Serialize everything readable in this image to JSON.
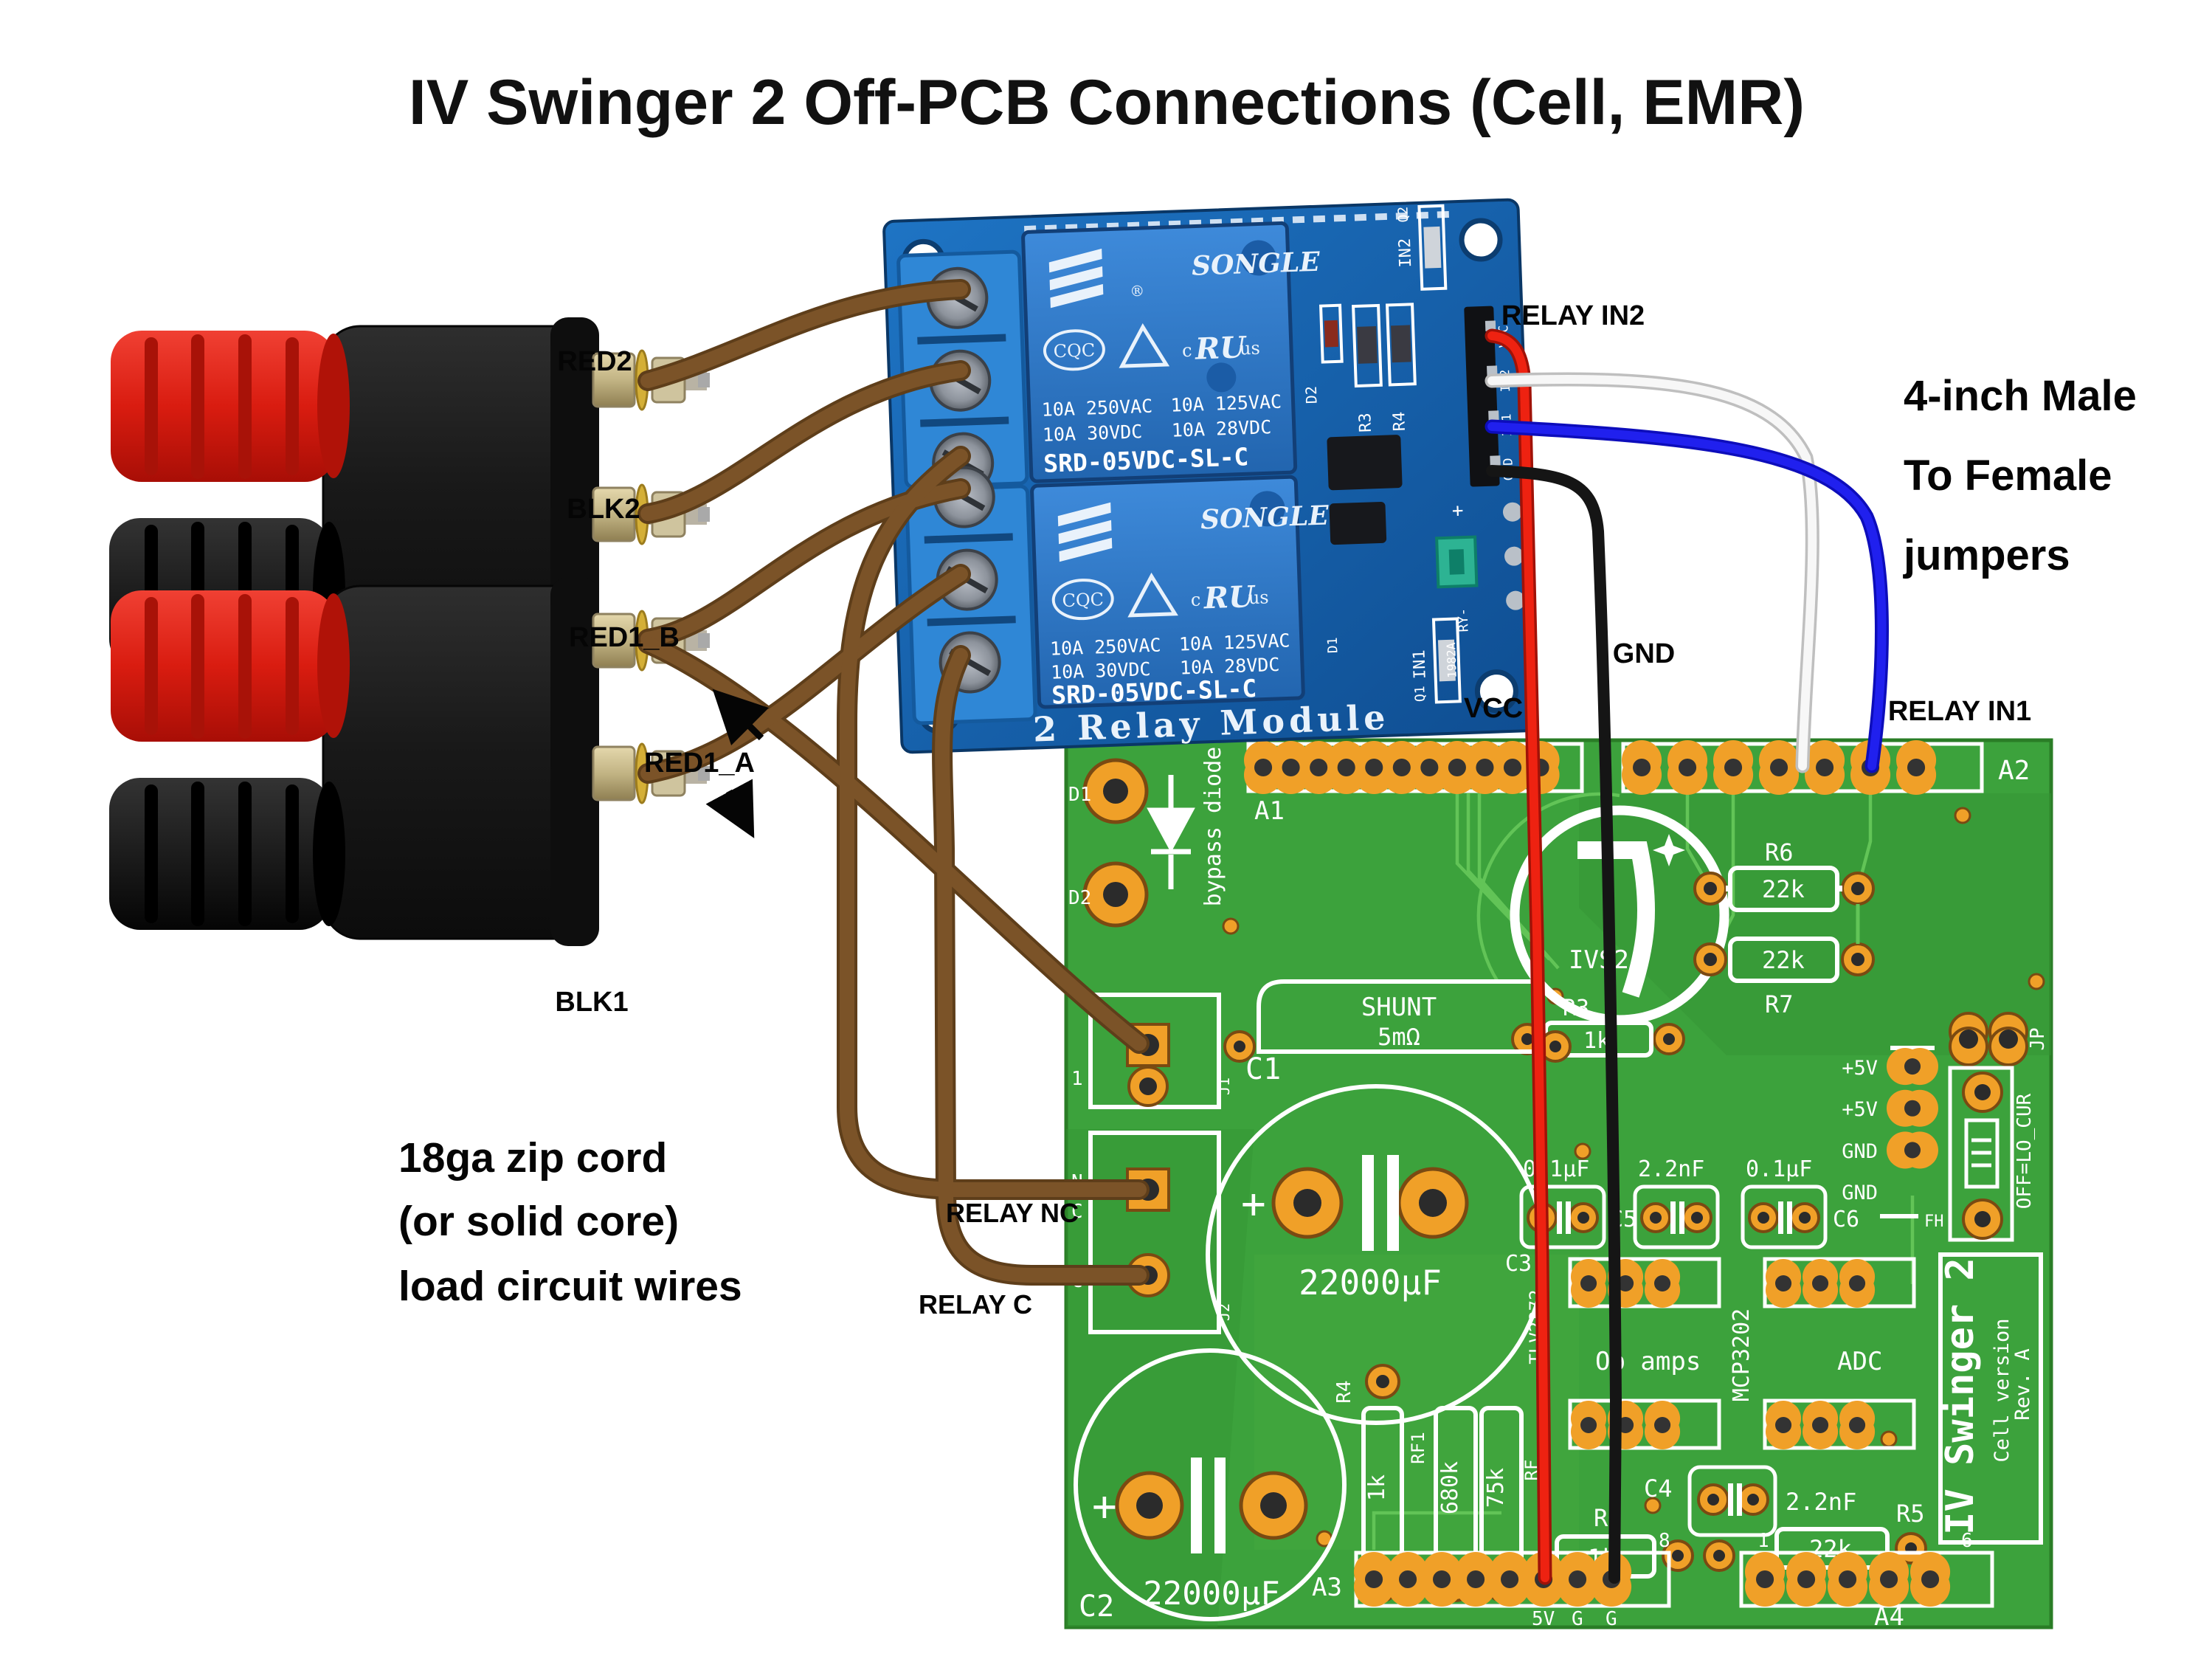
{
  "title": "IV Swinger 2 Off-PCB Connections (Cell, EMR)",
  "wire_labels": {
    "red2": "RED2",
    "blk2": "BLK2",
    "red1_b": "RED1_B",
    "red1_a": "RED1_A",
    "blk1": "BLK1",
    "relay_nc": "RELAY NC",
    "relay_c": "RELAY C",
    "relay_in2": "RELAY IN2",
    "relay_in1": "RELAY IN1",
    "gnd": "GND",
    "vcc": "VCC"
  },
  "notes": {
    "jumpers_l1": "4-inch Male",
    "jumpers_l2": "To Female",
    "jumpers_l3": "jumpers",
    "load_l1": "18ga zip cord",
    "load_l2": "(or solid core)",
    "load_l3": "load circuit wires"
  },
  "relay_module": {
    "caption": "2 Relay Module",
    "brand": "SONGLE",
    "reg": "®",
    "cert": "CQC",
    "ul_c": "c",
    "ul_mark": "RU",
    "ul_us": "us",
    "r1a": "10A 250VAC",
    "r1b": "10A 125VAC",
    "r2a": "10A 30VDC",
    "r2b": "10A 28VDC",
    "model": "SRD-05VDC-SL-C",
    "silk": {
      "in2": "IN2",
      "in1": "IN1",
      "r3": "R3",
      "r4": "R4",
      "d1": "D1",
      "d2": "D2",
      "q1": "Q1",
      "q2": "Q2",
      "ry": "RY-",
      "code": "1982A",
      "plus": "+",
      "vcc": "VCC",
      "gnd": "GND"
    }
  },
  "pcb": {
    "a1": "A1",
    "a2": "A2",
    "a3": "A3",
    "a4": "A4",
    "pin1": "1",
    "pin8": "8",
    "pin10": "10",
    "pin6": "6",
    "pinG": "G",
    "pin5v": "5V",
    "bypass": "bypass diode",
    "d1": "D1",
    "d2": "D2",
    "shunt": "SHUNT",
    "shunt_value": "5mΩ",
    "r3": "R3",
    "r3_value": "1k",
    "r4": "R4",
    "r4_value": "1k",
    "r5": "R5",
    "r5_value": "22k",
    "r6": "R6",
    "r6_value": "22k",
    "r7": "R7",
    "r7_value": "22k",
    "rf1": "RF1",
    "rf1_value": "680k",
    "rf": "RF",
    "rf_value": "75k",
    "rg": "RG",
    "rg_value": "1k",
    "c1": "C1",
    "c1_value": "22000µF",
    "c2": "C2",
    "c2_value": "22000µF",
    "c3": "C3",
    "c4": "C4",
    "c4_value": "2.2nF",
    "c5": "C5",
    "c6": "C6",
    "cap1": "0.1µF",
    "cap2": "2.2nF",
    "cap3": "0.1µF",
    "plus5v": "+5V",
    "gnd": "GND",
    "jp": "JP",
    "fh": "FH",
    "switch_label": "OFF=LO_CUR",
    "opamps": "Op amps",
    "adc": "ADC",
    "mcp": "MCP3202",
    "tlv": "TLV2372",
    "logo": "IVS2",
    "j1": "J1",
    "j2": "J2",
    "jn": "N",
    "jc": "C",
    "board_name": "IV Swinger 2",
    "board_sub": "Cell version",
    "board_rev": "Rev. A",
    "plus": "+"
  },
  "colors": {
    "pcb_green": "#3ca23c",
    "relay_blue": "#1b6cb8",
    "wire_brown": "#7b5328",
    "wire_red": "#ee2211",
    "wire_blue": "#2020ee",
    "wire_white": "#f7f7f7",
    "wire_black": "#151515",
    "pad_orange": "#f0a028"
  }
}
